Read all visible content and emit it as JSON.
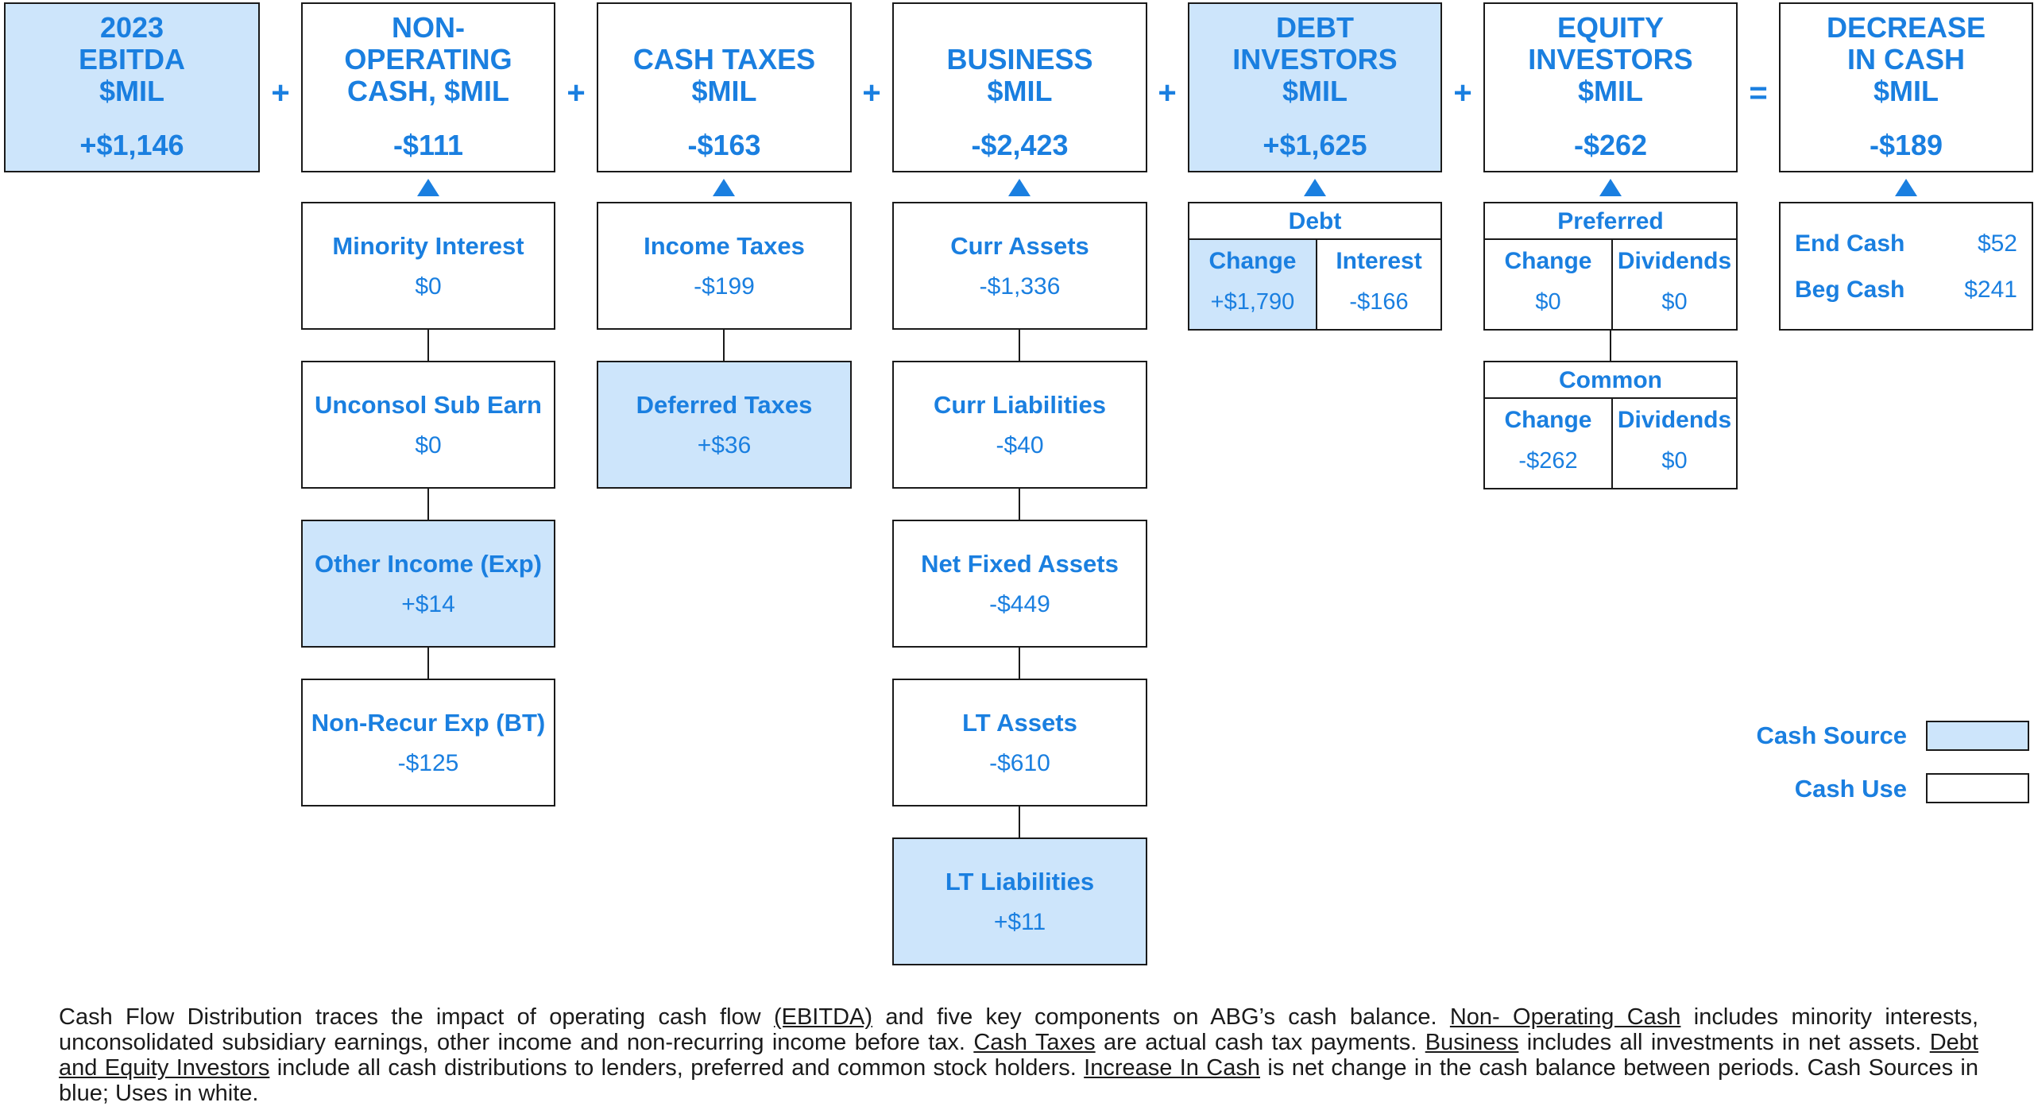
{
  "colors": {
    "accent": "#1a7fe0",
    "source_fill": "#cde5fb",
    "use_fill": "#ffffff"
  },
  "headers": {
    "ebitda": {
      "title": "2023\nEBITDA\n$MIL",
      "value": "+$1,146"
    },
    "nonop": {
      "title": "NON-\nOPERATING\nCASH, $MIL",
      "value": "-$111"
    },
    "taxes": {
      "title": "CASH TAXES\n$MIL",
      "value": "-$163"
    },
    "business": {
      "title": "BUSINESS\n$MIL",
      "value": "-$2,423"
    },
    "debt": {
      "title": "DEBT\nINVESTORS\n$MIL",
      "value": "+$1,625"
    },
    "equity": {
      "title": "EQUITY\nINVESTORS\n$MIL",
      "value": "-$262"
    },
    "cash": {
      "title": "DECREASE\nIN CASH\n$MIL",
      "value": "-$189"
    }
  },
  "operators": {
    "plus": "+",
    "equals": "="
  },
  "nonop_items": [
    {
      "label": "Minority Interest",
      "value": "$0"
    },
    {
      "label": "Unconsol Sub Earn",
      "value": "$0"
    },
    {
      "label": "Other Income (Exp)",
      "value": "+$14"
    },
    {
      "label": "Non-Recur Exp (BT)",
      "value": "-$125"
    }
  ],
  "tax_items": [
    {
      "label": "Income Taxes",
      "value": "-$199"
    },
    {
      "label": "Deferred Taxes",
      "value": "+$36"
    }
  ],
  "business_items": [
    {
      "label": "Curr Assets",
      "value": "-$1,336"
    },
    {
      "label": "Curr Liabilities",
      "value": "-$40"
    },
    {
      "label": "Net Fixed Assets",
      "value": "-$449"
    },
    {
      "label": "LT Assets",
      "value": "-$610"
    },
    {
      "label": "LT Liabilities",
      "value": "+$11"
    }
  ],
  "debt_detail": {
    "caption": "Debt",
    "change_label": "Change",
    "change_value": "+$1,790",
    "interest_label": "Interest",
    "interest_value": "-$166"
  },
  "preferred_detail": {
    "caption": "Preferred",
    "change_label": "Change",
    "change_value": "$0",
    "dividends_label": "Dividends",
    "dividends_value": "$0"
  },
  "common_detail": {
    "caption": "Common",
    "change_label": "Change",
    "change_value": "-$262",
    "dividends_label": "Dividends",
    "dividends_value": "$0"
  },
  "cash_detail": {
    "end_label": "End Cash",
    "end_value": "$52",
    "beg_label": "Beg Cash",
    "beg_value": "$241"
  },
  "legend": {
    "source": "Cash Source",
    "use": "Cash Use"
  },
  "note": {
    "p1": "Cash Flow Distribution traces the impact of operating cash flow ",
    "u1": "(EBITDA)",
    "p2": " and five key components on ABG’s cash balance. ",
    "u2": "Non- Operating Cash",
    "p3": " includes minority interests, unconsolidated subsidiary earnings, other income and non-recurring  income before tax. ",
    "u3": "Cash Taxes",
    "p4": " are actual cash tax payments. ",
    "u4": "Business",
    "p5": " includes all investments in net assets. ",
    "u5": "Debt and Equity Investors",
    "p6": " include all cash distributions to lenders, preferred and common stock holders. ",
    "u6": "Increase In Cash",
    "p7": " is net change in the cash balance between periods. Cash Sources in blue; Uses in white."
  }
}
